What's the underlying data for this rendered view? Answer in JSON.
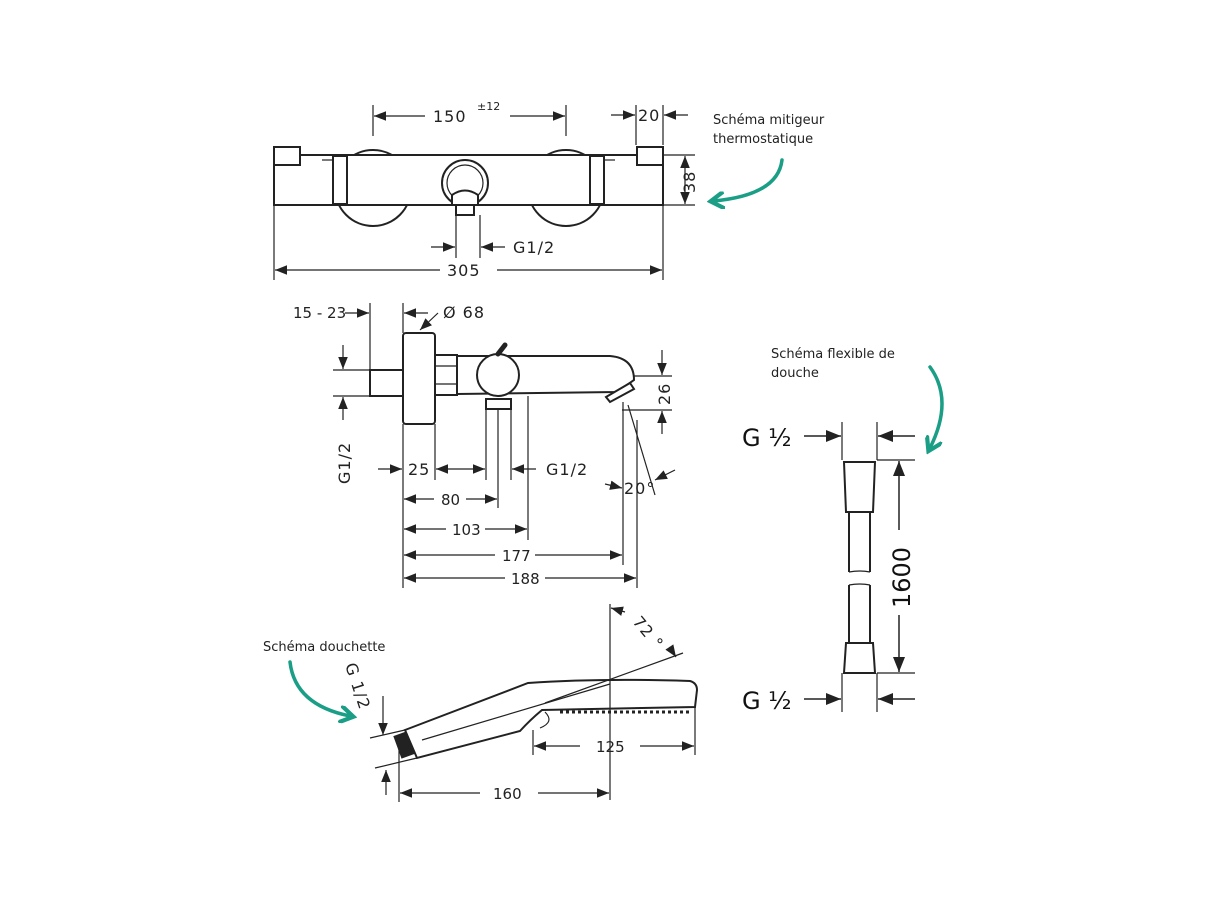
{
  "colors": {
    "accent": "#1a9e85",
    "ink": "#222222"
  },
  "captions": {
    "thermostat_line1": "Schéma mitigeur",
    "thermostat_line2": "thermostatique",
    "hose_line1": "Schéma flexible de",
    "hose_line2": "douche",
    "handshower": "Schéma douchette"
  },
  "top_view": {
    "spacing": "150",
    "tolerance": "±12",
    "end_width": "20",
    "height": "38",
    "outlet_thread": "G1/2",
    "total_width": "305"
  },
  "side_view": {
    "wall_range": "15 - 23",
    "diameter": "Ø 68",
    "inlet_thread": "G1/2",
    "outlet_thread": "G1/2",
    "spout_height": "26",
    "angle": "20°",
    "d25": "25",
    "d80": "80",
    "d103": "103",
    "d177": "177",
    "d188": "188"
  },
  "hose": {
    "top_thread": "G ½",
    "bottom_thread": "G ½",
    "length": "1600"
  },
  "handshower": {
    "thread": "G 1/2",
    "angle": "72 °",
    "head_length": "125",
    "handle_length": "160"
  }
}
